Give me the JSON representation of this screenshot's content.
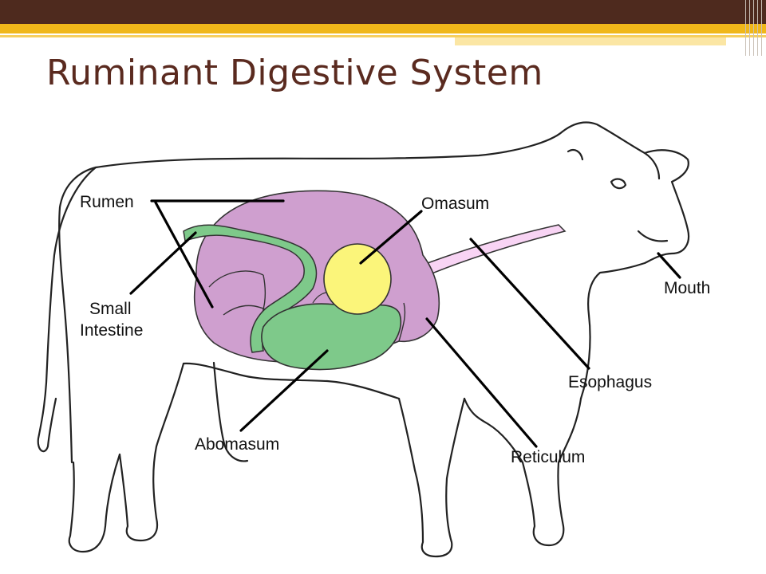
{
  "slide": {
    "title": "Ruminant Digestive System",
    "colors": {
      "header_dark": "#4e2a1e",
      "header_gold": "#f0b71a",
      "title_text": "#5a2a1f",
      "rumen": "#cf9fcf",
      "omasum": "#fbf57a",
      "abomasum_intestine": "#7ec98a",
      "esophagus": "#f8d4f4"
    }
  },
  "labels": {
    "rumen": "Rumen",
    "omasum": "Omasum",
    "small_intestine_line1": "Small",
    "small_intestine_line2": "Intestine",
    "mouth": "Mouth",
    "esophagus": "Esophagus",
    "abomasum": "Abomasum",
    "reticulum": "Reticulum"
  }
}
